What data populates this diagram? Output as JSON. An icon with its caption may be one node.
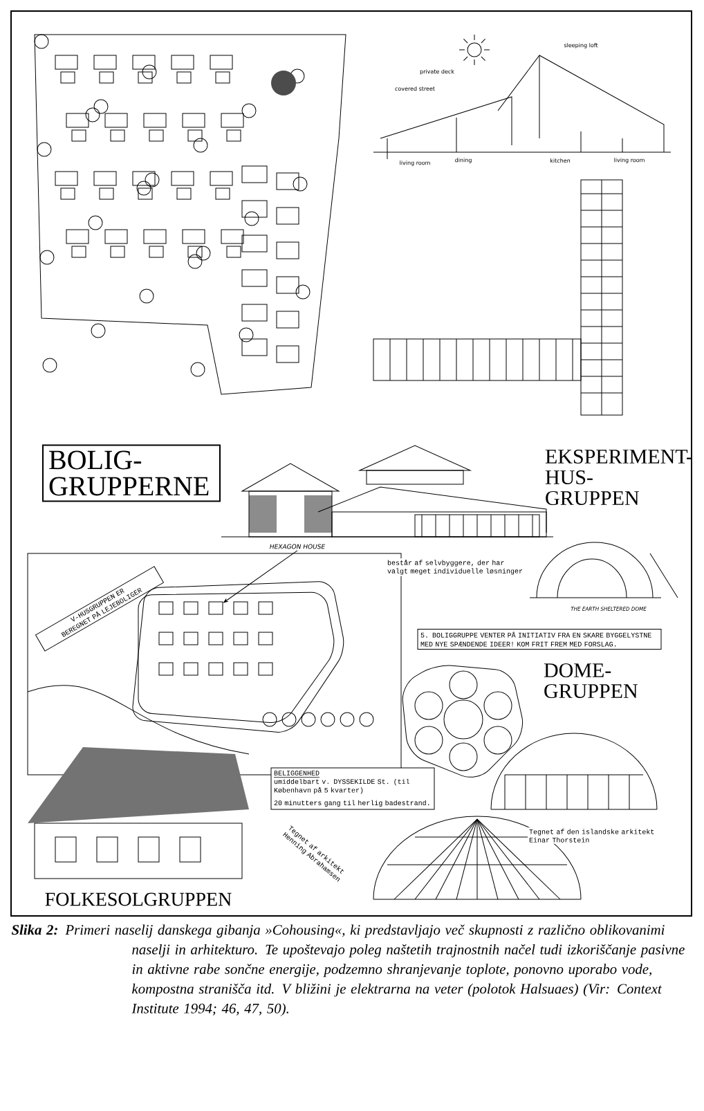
{
  "diagram": {
    "caption": "**Slika 2:** Primeri naselij danskega gibanja »Cohousing«, ki predstavljajo več skupnosti z različno oblikovanimi naselji in arhitekturo. Te upoštevajo poleg naštetih trajnostnih načel tudi izkoriščanje pasivne in aktivne rabe sončne energije, podzemno shranjevanje toplote, ponovno uporabo vode, kompostna stranišča itd. V bližini je elektrarna na veter (polotok Halsuaes) (Vir: Context Institute 1994; 46, 47, 50).",
    "nodes": [
      {
        "text": [
          "BOLIG-GRUPPERNE"
        ]
      },
      {
        "text": [
          "V-HUSGRUPPEN ER BEREGNET PÅ LEJEBOLIGER"
        ]
      },
      {
        "text": [
          "5. BOLIGGRUPPE VENTER PÅ INITIATIV FRA EN SKARE BYGGELYSTNE MED NYE SPÆNDENDE IDEER! KOM FRIT FREM MED FORSLAG."
        ]
      },
      {
        "text": [
          "BELIGGENHED",
          "umiddelbart v. DYSSEKILDE St. (til København på 5 kvarter)",
          "20 minutters gang til herlig badestrand."
        ]
      },
      {
        "text": [
          "HEXAGON HOUSE"
        ]
      },
      {
        "text": [],
        "shape": "box"
      }
    ],
    "edges": [
      {
        "from": 4,
        "to": 5,
        "arrow": "to"
      }
    ],
    "labels": [
      "sleeping loft",
      "private deck",
      "covered street",
      "living room",
      "dining",
      "kitchen",
      "living room",
      "EKSPERIMENT-HUS-GRUPPEN",
      "består af selvbyggere, der har valgt meget individuelle løsninger",
      "THE EARTH SHELTERED DOME",
      "DOME-GRUPPEN",
      "Tegnet af den islandske arkitekt Einar Thorstein",
      "Tegnet af arkitekt Henning Abrahamsen",
      "FOLKESOLGRUPPEN"
    ]
  }
}
